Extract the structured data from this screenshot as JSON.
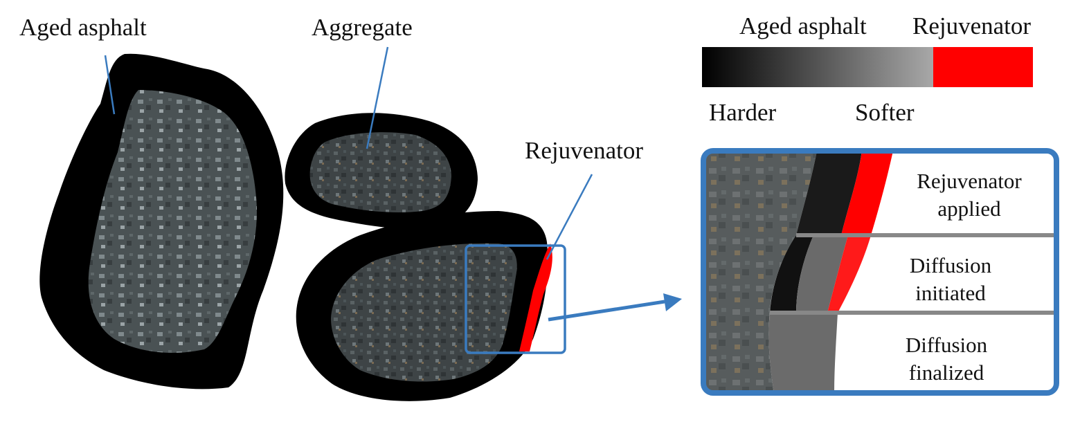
{
  "labels": {
    "aged_asphalt": "Aged asphalt",
    "aggregate": "Aggregate",
    "rejuvenator": "Rejuvenator"
  },
  "legend": {
    "aged_asphalt": "Aged asphalt",
    "rejuvenator": "Rejuvenator",
    "harder": "Harder",
    "softer": "Softer"
  },
  "zoom_panel": {
    "stages": [
      {
        "line1": "Rejuvenator",
        "line2": "applied"
      },
      {
        "line1": "Diffusion",
        "line2": "initiated"
      },
      {
        "line1": "Diffusion",
        "line2": "finalized"
      }
    ]
  },
  "colors": {
    "aged_asphalt": "#000000",
    "rejuvenator": "#ff0000",
    "leader": "#3a7bbf",
    "frame": "#3a7bbf",
    "divider": "#888888"
  }
}
